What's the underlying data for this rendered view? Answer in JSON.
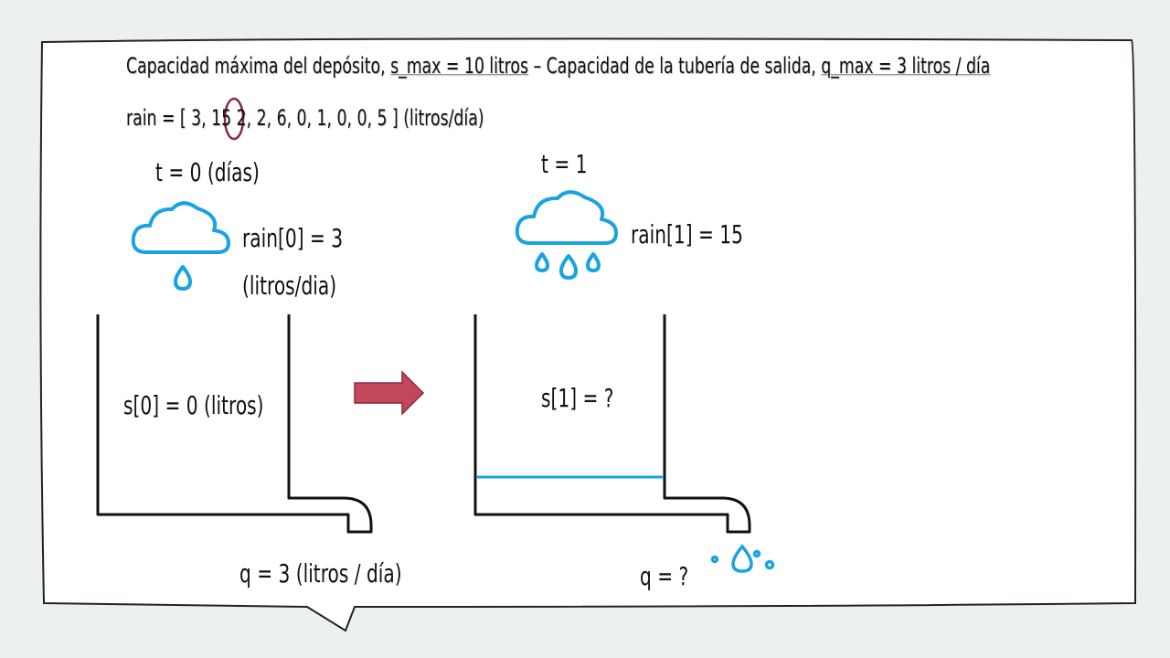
{
  "header": {
    "line1_prefix": "Capacidad máxima del depósito, ",
    "line1_smax": "s_max = 10 litros",
    "line1_middle": " – Capacidad de la tubería de salida, ",
    "line1_qmax": "q_max = 3 litros / día",
    "line2_prefix": "rain = [ 3, ",
    "line2_highlight": "15",
    "line2_rest": " 2, 2, 6, 0, 1, 0, 0, 5 ] (litros/día)"
  },
  "rain": [
    3,
    15,
    2,
    2,
    6,
    0,
    1,
    0,
    0,
    5
  ],
  "rain_highlight_index": 1,
  "step0": {
    "time_label": "t = 0 (días)",
    "rain_label_1": "rain[0] = 3",
    "rain_label_2": "(litros/dia)",
    "storage_label": "s[0] = 0 (litros)",
    "outflow_label": "q = 3 (litros / día)"
  },
  "step1": {
    "time_label": "t = 1",
    "rain_label": "rain[1] = 15",
    "storage_label": "s[1] = ?",
    "outflow_label": "q = ?"
  },
  "colors": {
    "water": "#1aa3e0",
    "arrow": "#c0485a",
    "highlight_circle": "#8b2a3c",
    "background": "#ecf0f1",
    "panel": "#ffffff"
  },
  "icons": {
    "cloud_left": "cloud-one-drop-icon",
    "cloud_right": "cloud-three-drops-icon",
    "arrow": "right-arrow-icon",
    "splash": "water-splash-icon"
  }
}
